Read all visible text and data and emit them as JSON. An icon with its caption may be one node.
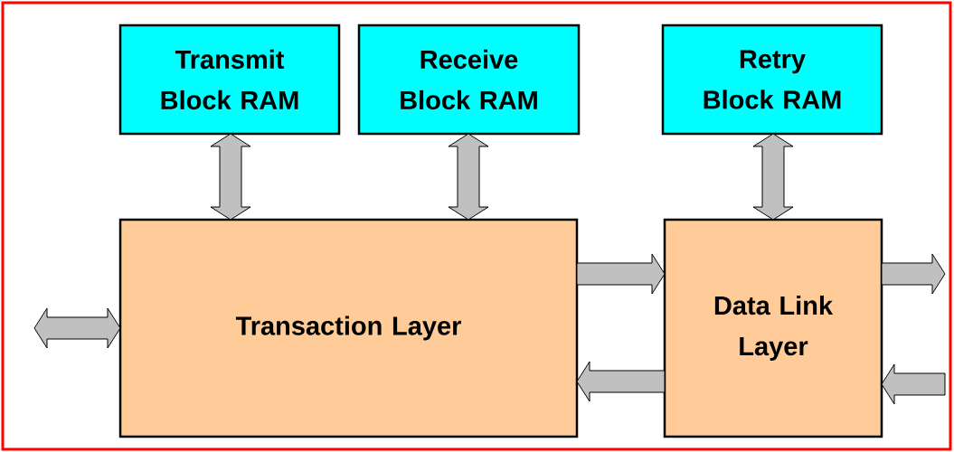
{
  "diagram": {
    "nodes": [
      {
        "text": [
          "Transmit Block RAM"
        ]
      },
      {
        "text": [
          "Receive Block RAM"
        ]
      },
      {
        "text": [
          "Retry Block RAM"
        ]
      },
      {
        "text": [
          "Transaction Layer"
        ]
      },
      {
        "text": [
          "Data Link Layer"
        ]
      }
    ],
    "edges": [
      {
        "from": 0,
        "to": 3,
        "arrow": "both"
      },
      {
        "from": 1,
        "to": 3,
        "arrow": "both"
      },
      {
        "from": 2,
        "to": 4,
        "arrow": "both"
      },
      {
        "from": 3,
        "to": 4,
        "arrow": "to"
      },
      {
        "from": 4,
        "to": 3,
        "arrow": "to"
      },
      {
        "from": null,
        "to": 3,
        "arrow": "both"
      },
      {
        "from": 4,
        "to": null,
        "arrow": "to"
      },
      {
        "from": null,
        "to": 4,
        "arrow": "to"
      }
    ]
  }
}
